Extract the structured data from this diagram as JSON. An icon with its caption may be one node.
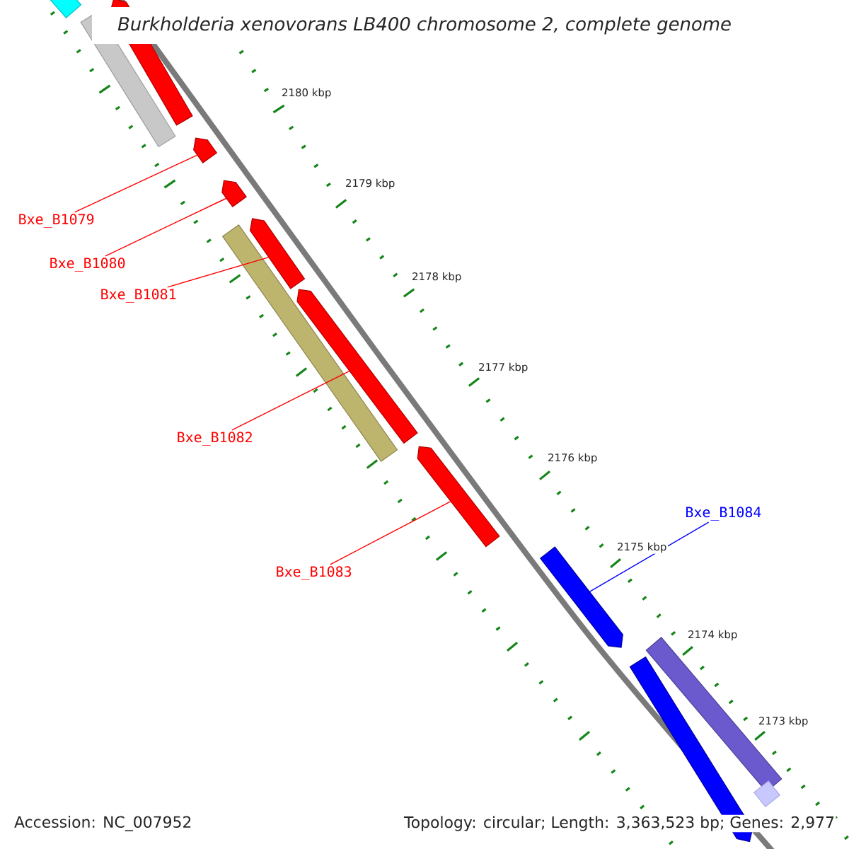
{
  "diagram": {
    "title": "*Burkholderia xenovorans* LB400 chromosome 2, complete genome",
    "nodes": [
      {
        "text": [
          "Bxe_B1079"
        ]
      },
      {
        "text": [
          "Bxe_B1080"
        ]
      },
      {
        "text": [
          "Bxe_B1081"
        ]
      },
      {
        "text": [
          "Bxe_B1082"
        ]
      },
      {
        "text": [
          "Bxe_B1083"
        ]
      },
      {
        "text": [
          "Bxe_B1084"
        ]
      },
      {
        "text": [],
        "shape": "bar"
      },
      {
        "text": [],
        "shape": "bar"
      },
      {
        "text": [],
        "shape": "bar"
      },
      {
        "text": [],
        "shape": "bar"
      },
      {
        "text": [],
        "shape": "bar"
      },
      {
        "text": [],
        "shape": "bar"
      },
      {
        "text": [],
        "shape": "bar"
      },
      {
        "text": [],
        "shape": "bar"
      },
      {
        "text": [],
        "shape": "bar"
      },
      {
        "text": [],
        "shape": "bar"
      },
      {
        "text": [],
        "shape": "bar"
      },
      {
        "text": [],
        "shape": "bar"
      },
      {
        "text": [],
        "shape": "bar"
      }
    ],
    "edges": [
      {
        "from": 0,
        "to": 6,
        "arrow": "none"
      },
      {
        "from": 1,
        "to": 7,
        "arrow": "none"
      },
      {
        "from": 2,
        "to": 8,
        "arrow": "none"
      },
      {
        "from": 3,
        "to": 9,
        "arrow": "none"
      },
      {
        "from": 4,
        "to": 10,
        "arrow": "none"
      },
      {
        "from": 5,
        "to": 11,
        "arrow": "none",
        "color": "#0000ff"
      }
    ],
    "labels": [
      "2180 kbp",
      "2179 kbp",
      "2178 kbp",
      "2177 kbp",
      "2176 kbp",
      "2175 kbp",
      "2174 kbp",
      "2173 kbp",
      "Accession: NC_007952",
      "Topology: circular; Length: 3,363,523 bp; Genes: 2,977"
    ]
  }
}
